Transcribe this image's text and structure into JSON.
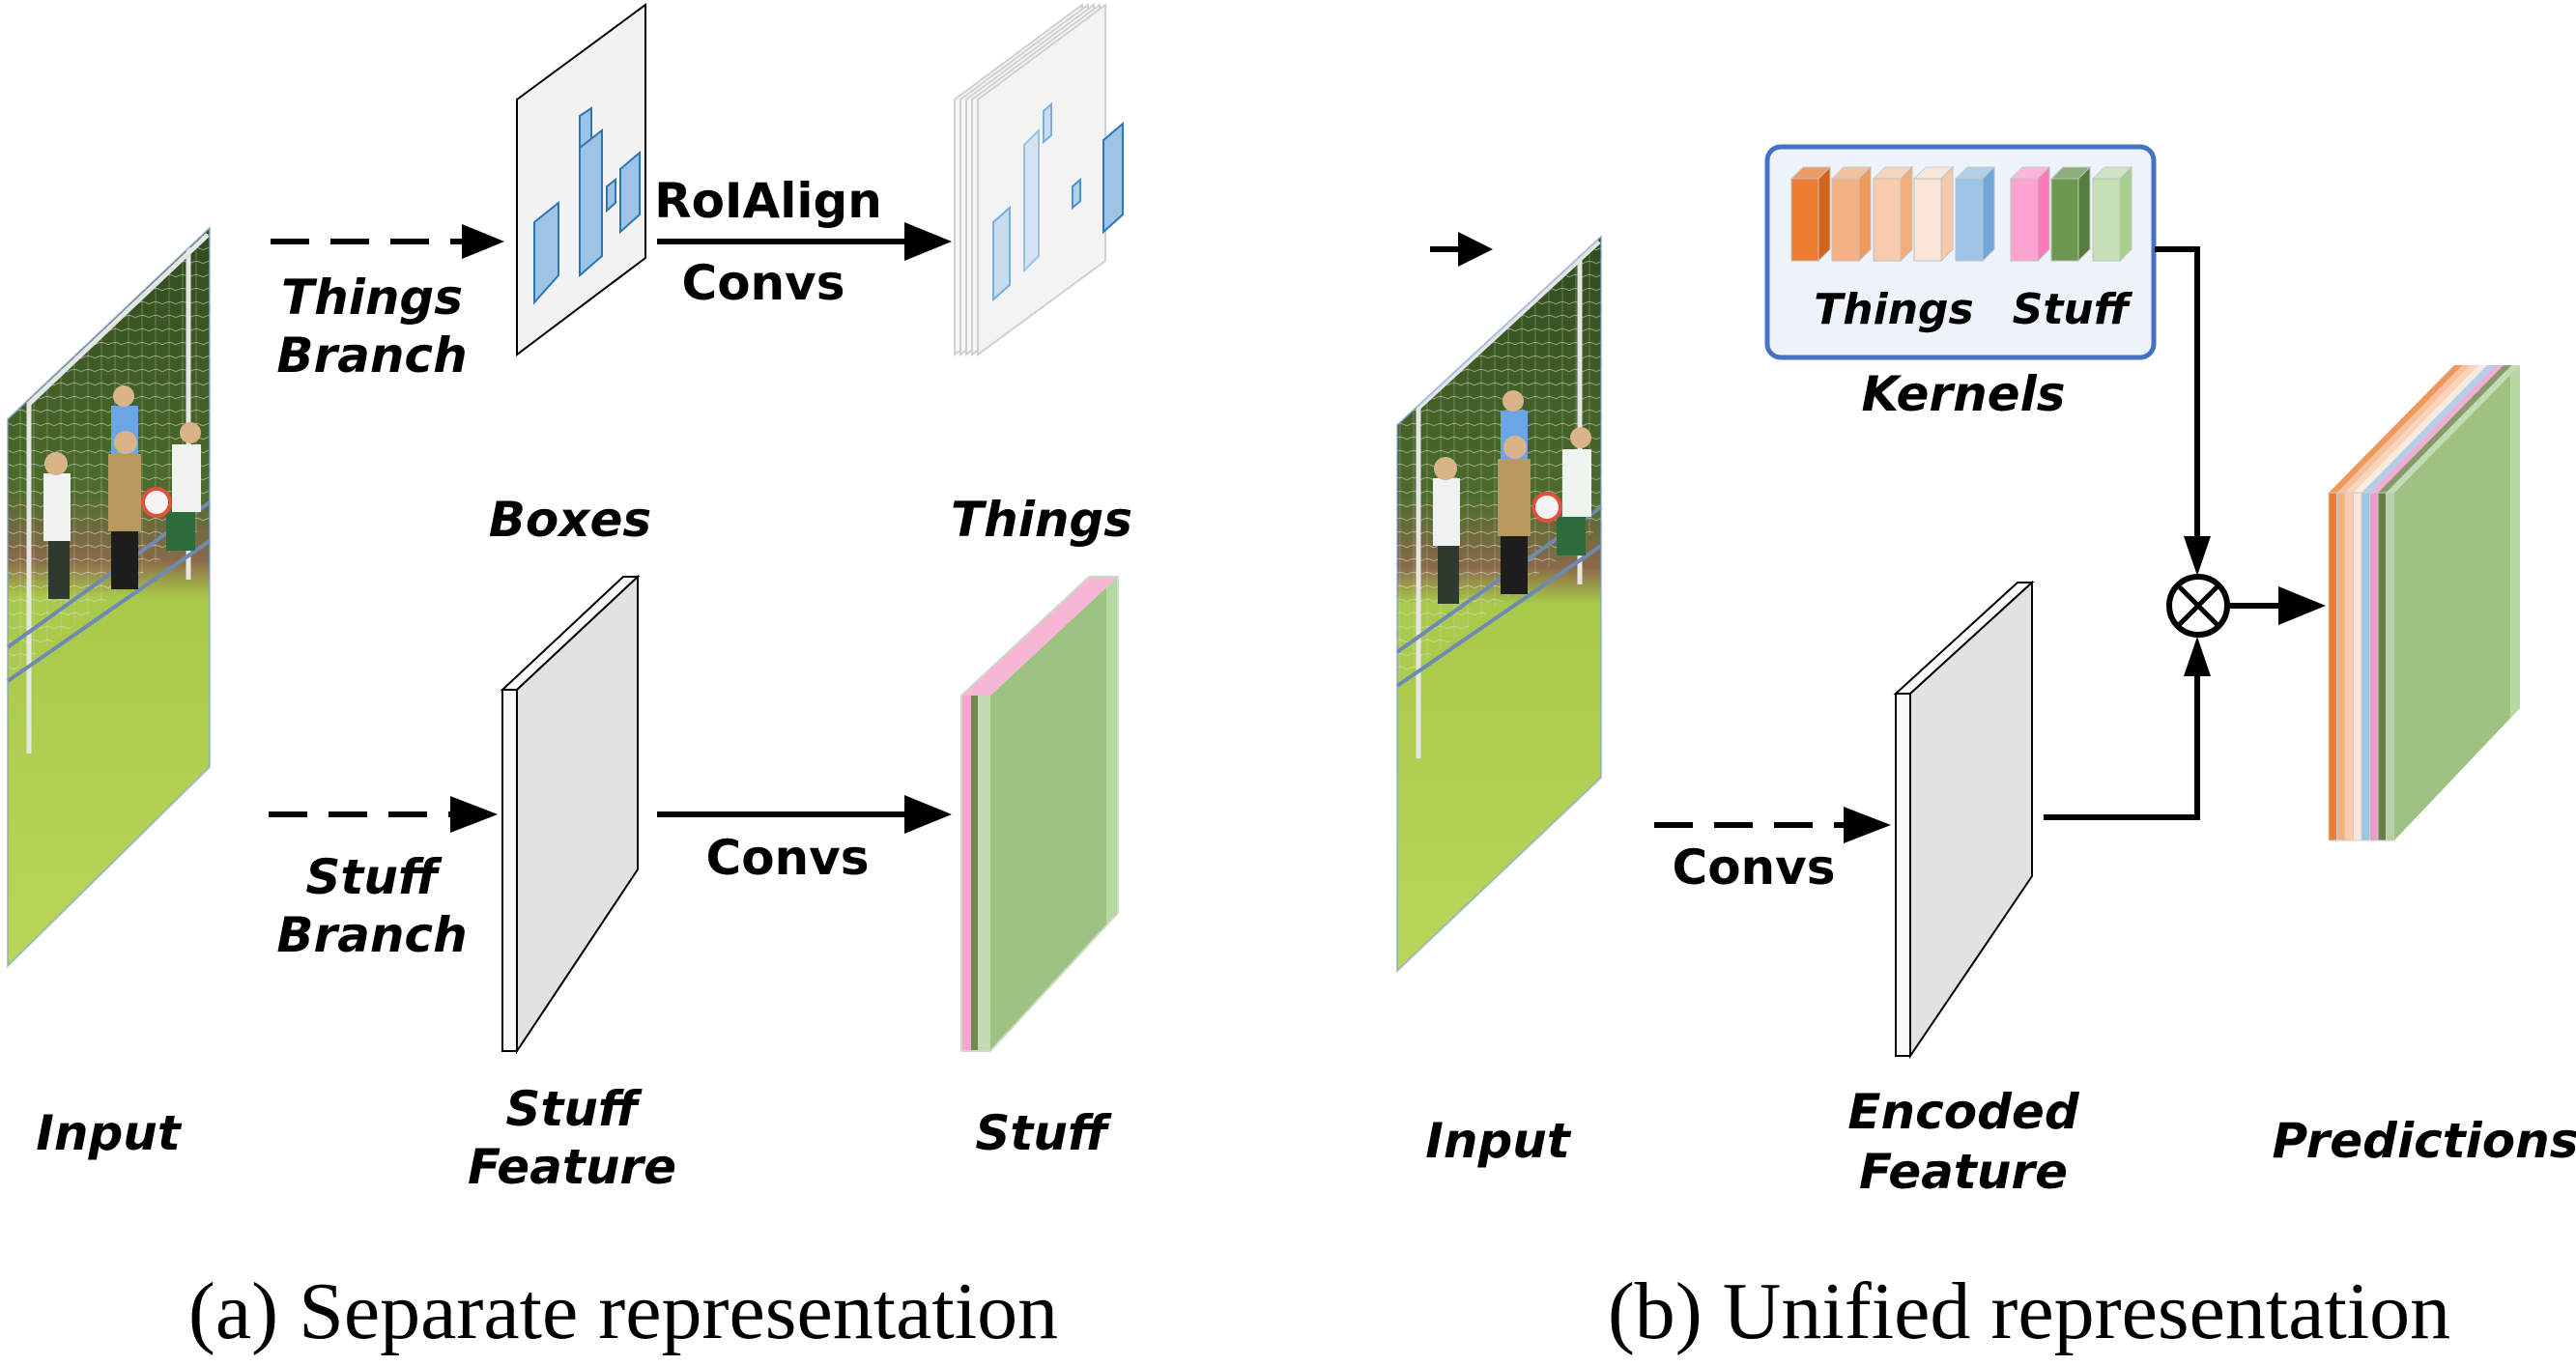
{
  "panels": {
    "a": {
      "caption": "(a)  Separate representation",
      "labels": {
        "input": "Input",
        "things_branch_1": "Things",
        "things_branch_2": "Branch",
        "stuff_branch_1": "Stuff",
        "stuff_branch_2": "Branch",
        "roialign": "RoIAlign",
        "convs_top": "Convs",
        "convs_bottom": "Convs",
        "boxes": "Boxes",
        "things": "Things",
        "stuff_feature_1": "Stuff",
        "stuff_feature_2": "Feature",
        "stuff": "Stuff"
      }
    },
    "b": {
      "caption": "(b)  Unified representation",
      "labels": {
        "input": "Input",
        "kernels_things": "Things",
        "kernels_stuff": "Stuff",
        "kernels": "Kernels",
        "convs": "Convs",
        "encoded_feature_1": "Encoded",
        "encoded_feature_2": "Feature",
        "predictions": "Predictions",
        "operator": "⊗ (multiplication)"
      }
    }
  },
  "colors": {
    "things_kernels": [
      "#ED7D31",
      "#F4B183",
      "#F8CBAD",
      "#FBE5D6",
      "#9DC3E6"
    ],
    "things_kernels_side": [
      "#D4621A",
      "#EE9A5B",
      "#F1AE7D",
      "#F5C9A8",
      "#6FA7D8"
    ],
    "stuff_kernels": [
      "#FFA3D1",
      "#6A994F",
      "#C5E0B4"
    ],
    "stuff_kernels_side": [
      "#FF78B8",
      "#567D40",
      "#A8D08D"
    ],
    "box_fill": "#9DC3E6",
    "box_stroke": "#2E75B6",
    "kernel_panel_fill": "#EEF3FA",
    "kernel_panel_stroke": "#4472C4",
    "feature_gray": "#E2E2E2",
    "stuff_green": "#9EC282"
  }
}
